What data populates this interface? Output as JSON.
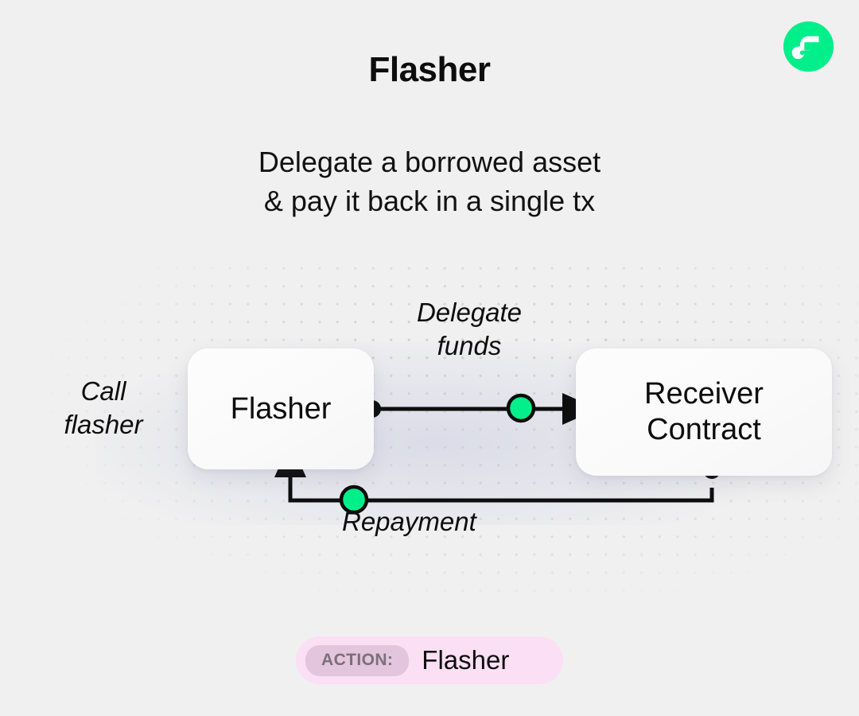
{
  "page": {
    "title": "Flasher",
    "subtitle": "Delegate a borrowed asset\n& pay it back in a single tx",
    "background_color": "#f0f0f0"
  },
  "brand": {
    "logo_name": "flow-logo-icon",
    "logo_color": "#00ef8b",
    "logo_mark_color": "#ffffff"
  },
  "diagram": {
    "nodes": [
      {
        "id": "flasher",
        "label": "Flasher"
      },
      {
        "id": "receiver",
        "label": "Receiver\nContract"
      }
    ],
    "edges": [
      {
        "id": "call-flasher",
        "label": "Call\nflasher",
        "from": "user",
        "to": "flasher",
        "has_marker_dot": false
      },
      {
        "id": "delegate-funds",
        "label": "Delegate\nfunds",
        "from": "flasher",
        "to": "receiver",
        "has_marker_dot": true,
        "marker_dot_color": "#00ef8b"
      },
      {
        "id": "repayment",
        "label": "Repayment",
        "from": "receiver",
        "to": "flasher",
        "has_marker_dot": true,
        "marker_dot_color": "#00ef8b"
      }
    ],
    "line_color": "#0d0d0d",
    "dot_grid_color": "#d2d2d6"
  },
  "action_badge": {
    "key": "ACTION:",
    "value": "Flasher",
    "background_color": "#fbdff4",
    "key_background_color": "#e3c5de"
  }
}
